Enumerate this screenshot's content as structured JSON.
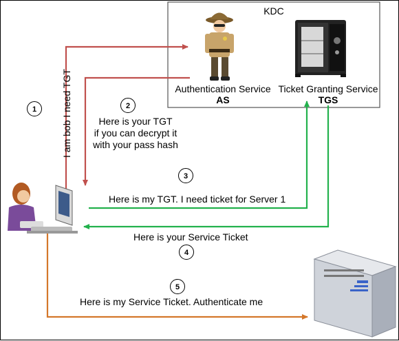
{
  "kdc": {
    "title": "KDC",
    "as": {
      "name": "Authentication Service",
      "abbr": "AS"
    },
    "tgs": {
      "name": "Ticket Granting Service",
      "abbr": "TGS"
    }
  },
  "steps": [
    {
      "num": "1",
      "text": "I am bob I need TGT"
    },
    {
      "num": "2",
      "lines": [
        "Here is your TGT",
        "if you can decrypt it",
        "with your pass hash"
      ]
    },
    {
      "num": "3",
      "text": "Here is my TGT. I need ticket for Server 1"
    },
    {
      "num": "4",
      "text": "Here is your Service Ticket"
    },
    {
      "num": "5",
      "text": "Here is my Service Ticket. Authenticate me"
    }
  ],
  "colors": {
    "red": "#c0504d",
    "green": "#22b14c",
    "orange": "#d4772a"
  },
  "icons": [
    "user-at-computer-icon",
    "sheriff-icon",
    "safe-icon",
    "server-icon"
  ]
}
